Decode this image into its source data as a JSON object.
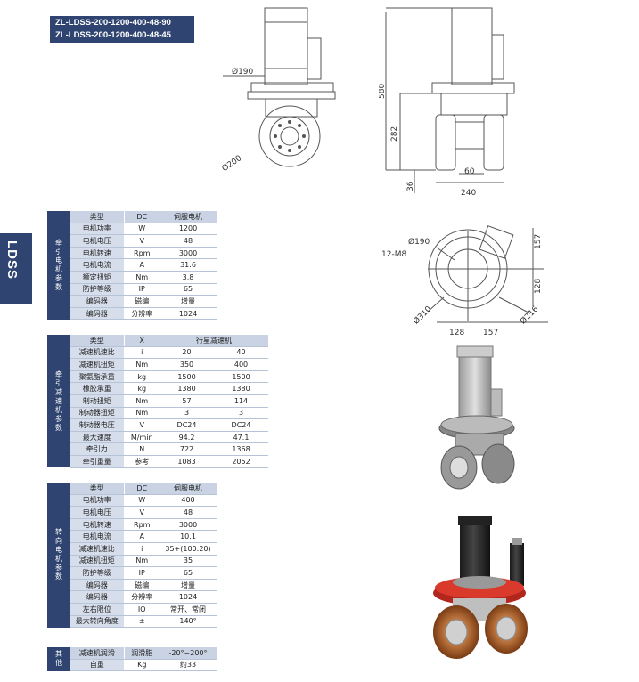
{
  "models": [
    "ZL-LDSS-200-1200-400-48-90",
    "ZL-LDSS-200-1200-400-48-45"
  ],
  "side_tab": "LDSS",
  "drawing_front": {
    "dia_190": "Ø190",
    "dia_200": "Ø200"
  },
  "drawing_side": {
    "h580": "580",
    "h282": "282",
    "h36": "36",
    "w60": "60",
    "w240": "240"
  },
  "drawing_top": {
    "d190": "Ø190",
    "m8": "12-M8",
    "d310": "Ø310",
    "d216": "Ø216",
    "w128": "128",
    "w157": "157",
    "v157": "157",
    "v128": "128"
  },
  "drive_motor": {
    "group": "牵引电机参数",
    "rows": [
      [
        "类型",
        "DC",
        "伺服电机"
      ],
      [
        "电机功率",
        "W",
        "1200"
      ],
      [
        "电机电压",
        "V",
        "48"
      ],
      [
        "电机转速",
        "Rpm",
        "3000"
      ],
      [
        "电机电流",
        "A",
        "31.6"
      ],
      [
        "额定扭矩",
        "Nm",
        "3.8"
      ],
      [
        "防护等级",
        "IP",
        "65"
      ],
      [
        "编码器",
        "磁编",
        "增量"
      ],
      [
        "编码器",
        "分辨率",
        "1024"
      ]
    ]
  },
  "drive_reducer": {
    "group": "牵引减速机参数",
    "header": [
      "类型",
      "X",
      "行星减速机"
    ],
    "rows": [
      [
        "减速机速比",
        "i",
        "20",
        "40"
      ],
      [
        "减速机扭矩",
        "Nm",
        "350",
        "400"
      ],
      [
        "聚氨酯承重",
        "kg",
        "1500",
        "1500"
      ],
      [
        "橡胶承重",
        "kg",
        "1380",
        "1380"
      ],
      [
        "制动扭矩",
        "Nm",
        "57",
        "114"
      ],
      [
        "制动器扭矩",
        "Nm",
        "3",
        "3"
      ],
      [
        "制动器电压",
        "V",
        "DC24",
        "DC24"
      ],
      [
        "最大速度",
        "M/min",
        "94.2",
        "47.1"
      ],
      [
        "牵引力",
        "N",
        "722",
        "1368"
      ],
      [
        "牵引重量",
        "参考",
        "1083",
        "2052"
      ]
    ]
  },
  "steer_motor": {
    "group": "转向电机参数",
    "rows": [
      [
        "类型",
        "DC",
        "伺服电机"
      ],
      [
        "电机功率",
        "W",
        "400"
      ],
      [
        "电机电压",
        "V",
        "48"
      ],
      [
        "电机转速",
        "Rpm",
        "3000"
      ],
      [
        "电机电流",
        "A",
        "10.1"
      ],
      [
        "减速机速比",
        "i",
        "35+(100:20)"
      ],
      [
        "减速机扭矩",
        "Nm",
        "35"
      ],
      [
        "防护等级",
        "IP",
        "65"
      ],
      [
        "编码器",
        "磁编",
        "增量"
      ],
      [
        "编码器",
        "分辨率",
        "1024"
      ],
      [
        "左右限位",
        "IO",
        "常开、常闭"
      ],
      [
        "最大转向角度",
        "±",
        "140°"
      ]
    ]
  },
  "other": {
    "group": "其他",
    "rows": [
      [
        "减速机润滑",
        "润滑脂",
        "-20°~200°"
      ],
      [
        "自重",
        "Kg",
        "约33"
      ]
    ]
  }
}
